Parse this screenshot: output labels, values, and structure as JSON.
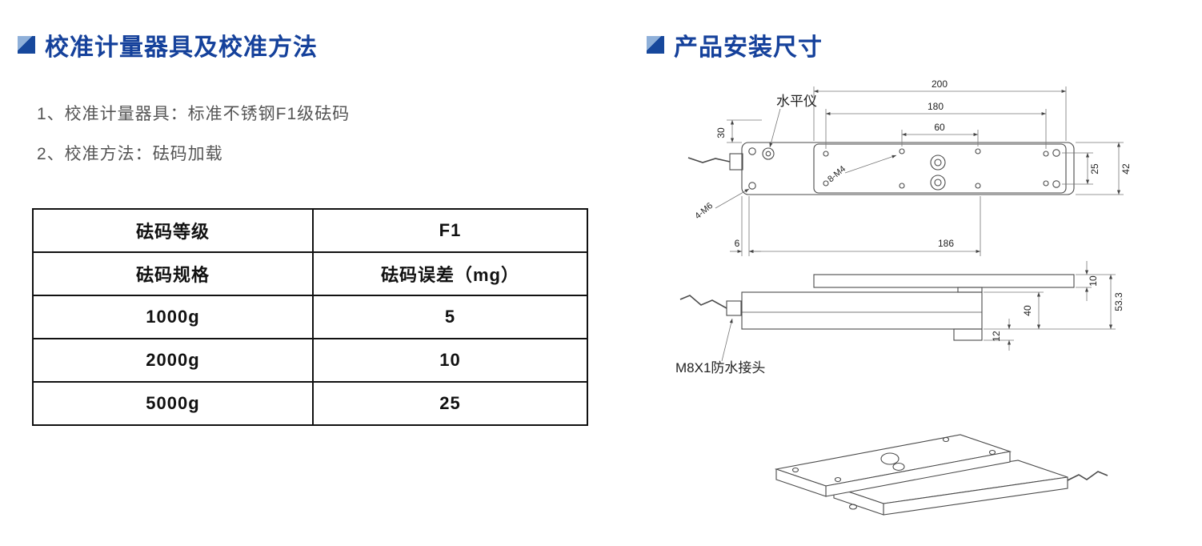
{
  "left_section": {
    "title": "校准计量器具及校准方法",
    "items": [
      "1、校准计量器具：标准不锈钢F1级砝码",
      "2、校准方法：砝码加载"
    ],
    "table": {
      "rows": [
        [
          "砝码等级",
          "F1"
        ],
        [
          "砝码规格",
          "砝码误差（mg）"
        ],
        [
          "1000g",
          "5"
        ],
        [
          "2000g",
          "10"
        ],
        [
          "5000g",
          "25"
        ]
      ]
    }
  },
  "right_section": {
    "title": "产品安装尺寸",
    "drawing": {
      "level_label": "水平仪",
      "connector_label": "M8X1防水接头",
      "thread_m6": "4-M6",
      "thread_m4": "8-M4",
      "dims": {
        "d200": "200",
        "d180": "180",
        "d60": "60",
        "d30": "30",
        "d25": "25",
        "d42": "42",
        "d6": "6",
        "d186": "186",
        "d10": "10",
        "d53_3": "53.3",
        "d40": "40",
        "d12": "12"
      }
    }
  },
  "colors": {
    "accent": "#17489c",
    "title_text": "#15419b",
    "body_text": "#555555"
  }
}
